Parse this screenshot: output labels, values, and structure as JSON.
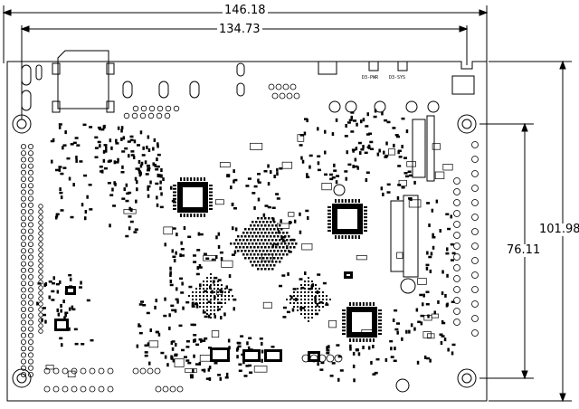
{
  "drawing": {
    "overall_width": "146.18",
    "hole_span_width": "134.73",
    "overall_height": "101.98",
    "hole_span_height": "76.11",
    "silk_labels": [
      "D3-PWR",
      "D3-SYS"
    ]
  },
  "colors": {
    "line": "#000000",
    "background": "#ffffff"
  }
}
